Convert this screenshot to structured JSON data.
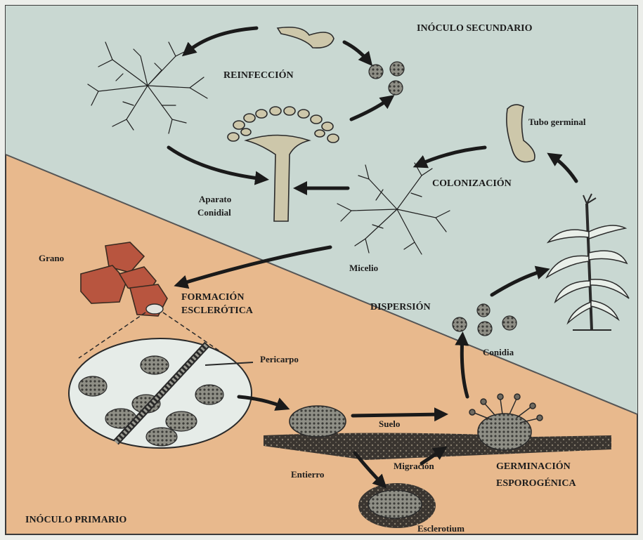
{
  "labels": {
    "inoculo_secundario": "INÓCULO SECUNDARIO",
    "reinfeccion": "REINFECCIÓN",
    "tubo_germinal": "Tubo germinal",
    "colonizacion": "COLONIZACIÓN",
    "aparato": "Aparato",
    "conidial": "Conidial",
    "micelio": "Micelio",
    "grano": "Grano",
    "formacion": "FORMACIÓN",
    "esclerotica": "ESCLERÓTICA",
    "dispersion": "DISPERSIÓN",
    "conidia": "Conidia",
    "pericarpo": "Pericarpo",
    "suelo": "Suelo",
    "entierro": "Entierro",
    "migracion": "Migración",
    "germinacion": "GERMINACIÓN",
    "esporogenica": "ESPOROGÉNICA",
    "inoculo_primario": "INÓCULO PRIMARIO",
    "esclerotium": "Esclerotium"
  },
  "colors": {
    "upper_region": "#c9d8d2",
    "lower_region": "#e8b98d",
    "structure_fill": "#cdc7aa",
    "grain_fill": "#b8553f",
    "sclerotium_fill": "#8a8a80",
    "line": "#1f1f1f"
  }
}
